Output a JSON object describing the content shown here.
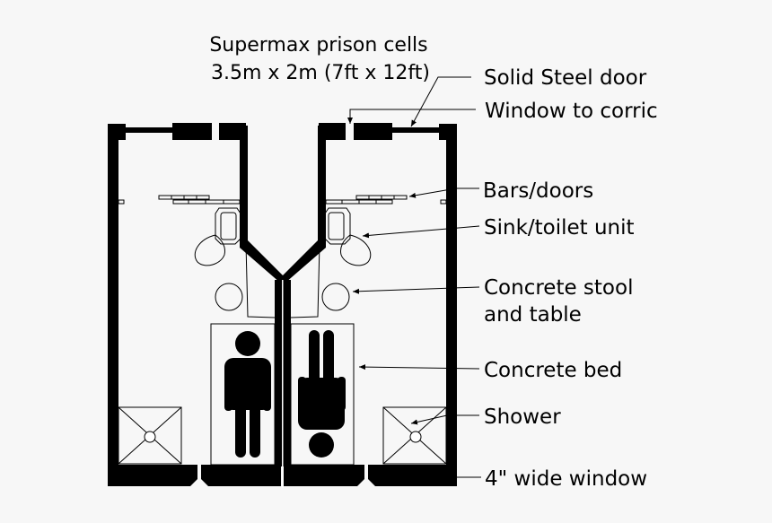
{
  "title": {
    "line1": "Supermax prison cells",
    "line2": "3.5m x 2m (7ft x 12ft)"
  },
  "labels": {
    "door": "Solid Steel door",
    "window_corridor": "Window to corric",
    "bars": "Bars/doors",
    "sink": "Sink/toilet unit",
    "stool_line1": "Concrete stool",
    "stool_line2": "and table",
    "bed": "Concrete bed",
    "shower": "Shower",
    "wide_window": "4\" wide window"
  },
  "colors": {
    "wall": "#000000",
    "background": "#f7f7f7"
  }
}
